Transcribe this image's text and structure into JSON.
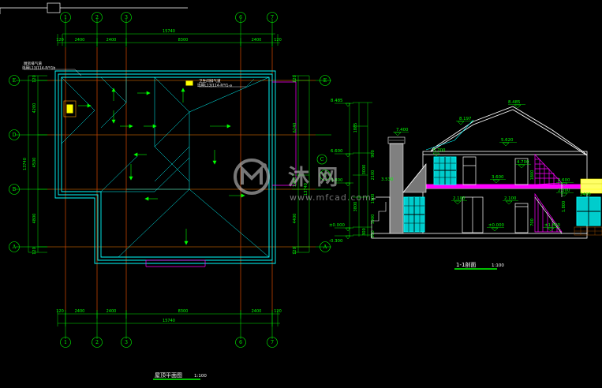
{
  "drawing": {
    "background": "#000000",
    "colors": {
      "grid_green": "#00ff00",
      "wall_red": "#ff0000",
      "roof_cyan": "#00ffff",
      "white": "#ffffff",
      "magenta": "#ff00ff",
      "yellow": "#ffff00",
      "gray": "#808080"
    }
  },
  "roof_plan": {
    "title": "屋顶平面图",
    "scale": "1:100",
    "top_dims": {
      "overall": "15740",
      "segments": [
        "120",
        "2400",
        "2400",
        "8300",
        "2400",
        "120"
      ]
    },
    "bottom_dims": {
      "overall": "15740",
      "segments": [
        "120",
        "2400",
        "2400",
        "8300",
        "2400",
        "120"
      ]
    },
    "left_dims": {
      "overall": "13740",
      "segments": [
        "120",
        "4200",
        "4500",
        "4800",
        "120"
      ]
    },
    "right_dims": {
      "overall": "13740",
      "segments": [
        "120",
        "6240",
        "1200",
        "4400",
        "120"
      ]
    },
    "grid_labels_top": [
      "1",
      "2",
      "3",
      "6",
      "7"
    ],
    "grid_labels_bottom": [
      "1",
      "2",
      "3",
      "6",
      "7"
    ],
    "grid_labels_left": [
      "E",
      "D",
      "B",
      "A"
    ],
    "grid_labels_right": [
      "E",
      "C",
      "A"
    ],
    "annotations": [
      {
        "name": "kitchen-flue",
        "line1": "厨房排气道",
        "line2": "选用L13J114-P/Y1b"
      },
      {
        "name": "bathroom-flue",
        "line1": "卫生间排气道",
        "line2": "选用L13J114-P/Y1-a"
      }
    ]
  },
  "section": {
    "title": "1-1剖面",
    "scale": "1:100",
    "left_elevations": [
      "8.485",
      "6.600",
      "3.800",
      "±0.000",
      "-0.300"
    ],
    "left_vertical_dims": [
      "1885",
      "3000",
      "3800",
      "300"
    ],
    "left_inner_dims": [
      "900",
      "2100",
      "1900",
      "1900",
      "300"
    ],
    "right_elevations": [
      "4.600",
      "2.300",
      "1.800",
      "±1.800"
    ],
    "interior_elevations": [
      "8.485",
      "8.197",
      "7.400",
      "5.620",
      "5.700",
      "4.700",
      "3.600",
      "3.530",
      "2.100",
      "2.100",
      "±0.000"
    ],
    "window_labels": [
      "2400",
      "1800",
      "700"
    ],
    "grid_label": "C"
  },
  "watermark": {
    "brand": "沐 网",
    "url": "www.mfcad.com"
  }
}
